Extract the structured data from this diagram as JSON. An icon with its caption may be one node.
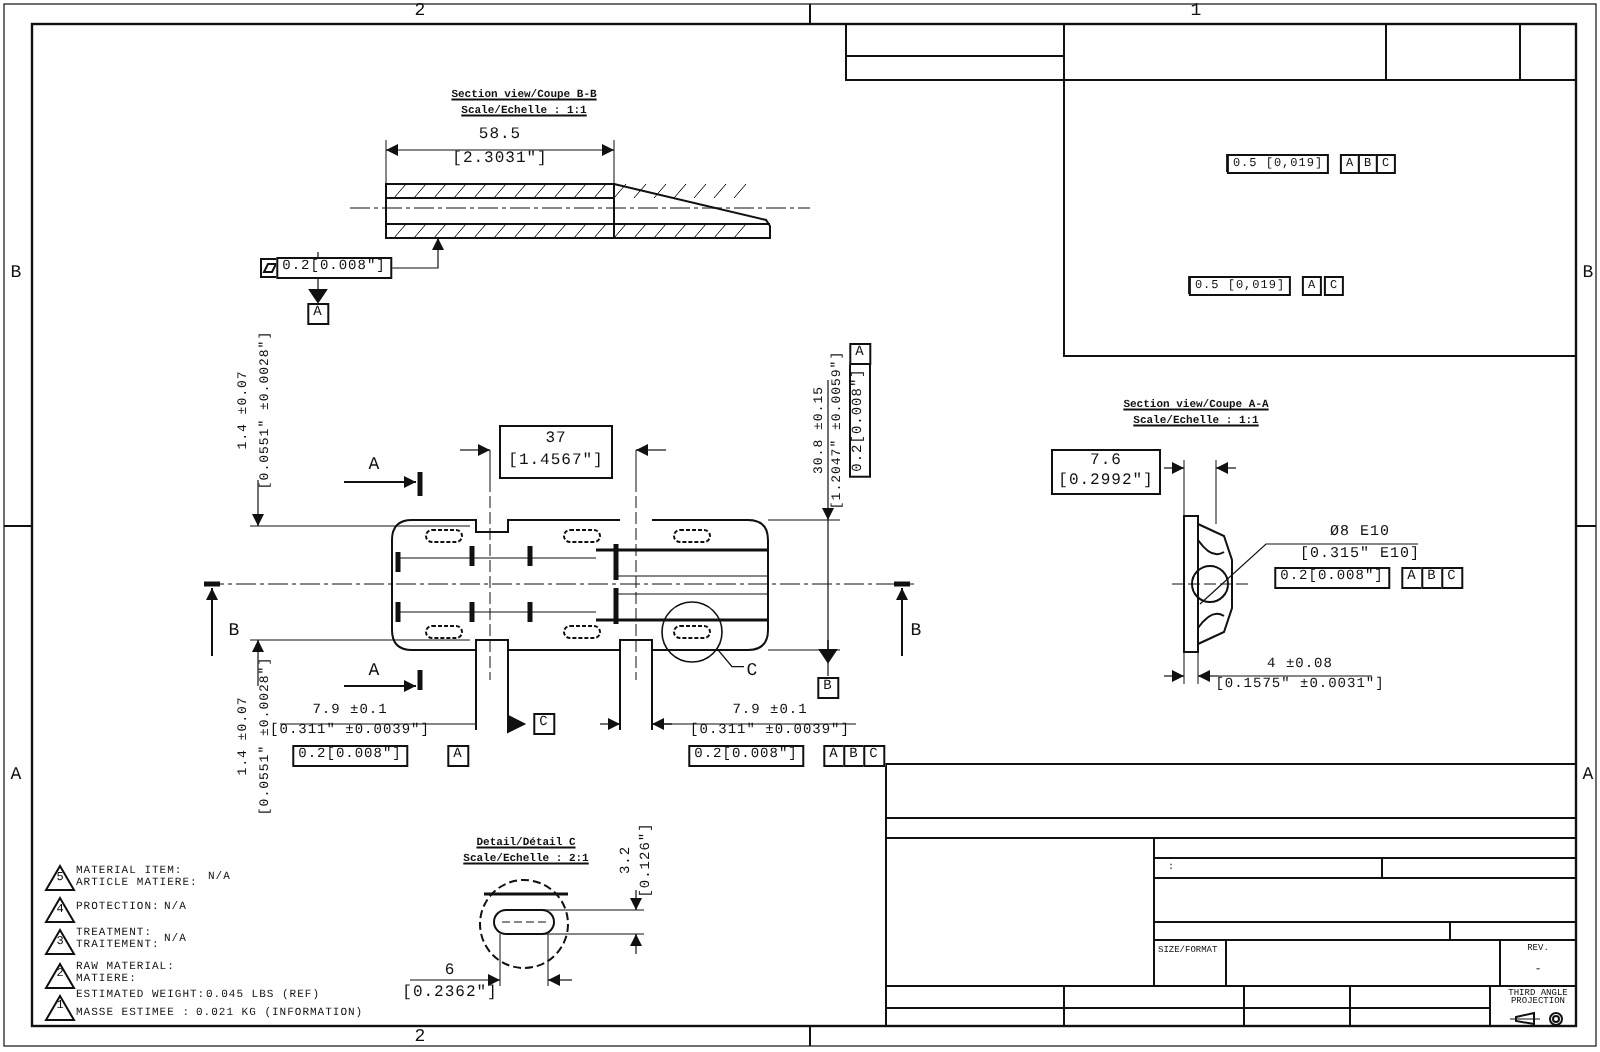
{
  "diagram": {
    "nodes": [
      {
        "text": [
          "C"
        ]
      },
      {
        "text": [],
        "shape": "circle"
      }
    ],
    "edges": [
      {
        "from": 0,
        "to": 1,
        "arrow": "none"
      }
    ],
    "labels": [
      "2",
      "1",
      "B",
      "B",
      "A",
      "A",
      "2",
      "Section view/Coupe B-B",
      "Scale/Echelle :  1:1",
      "58.5",
      "[2.3031\"]",
      "0.2[0.008\"]",
      "A",
      "0.5 [0,019]",
      "A",
      "B",
      "C",
      "0.5 [0,019]",
      "A",
      "C",
      "1.4 ±0.07",
      "[0.0551\" ±0.0028\"]",
      "37",
      "[1.4567\"]",
      "30.8 ±0.15",
      "[1.2047\" ±0.0059\"]",
      "0.2[0.008\"]",
      "A",
      "A",
      "A",
      "B",
      "B",
      "B",
      "7.9 ±0.1",
      "[0.311\" ±0.0039\"]",
      "0.2[0.008\"]",
      "A",
      "C",
      "7.9 ±0.1",
      "[0.311\" ±0.0039\"]",
      "0.2[0.008\"]",
      "A",
      "B",
      "C",
      "1.4 ±0.07",
      "[0.0551\" ±0.0028\"]",
      "Section view/Coupe A-A",
      "Scale/Echelle :  1:1",
      "7.6",
      "[0.2992\"]",
      "Ø8 E10",
      "[0.315\" E10]",
      "0.2[0.008\"]",
      "A",
      "B",
      "C",
      "4 ±0.08",
      "[0.1575\" ±0.0031\"]",
      "5",
      "MATERIAL ITEM: ARTICLE MATIERE:",
      "N/A",
      "4",
      "PROTECTION:",
      "N/A",
      "3",
      "TREATMENT: TRAITEMENT:",
      "N/A",
      "2",
      "RAW MATERIAL: MATIERE:",
      "1",
      "ESTIMATED WEIGHT:",
      "0.045  LBS (REF)",
      "MASSE ESTIMEE :",
      "0.021  KG (INFORMATION)",
      "Detail/Détail  C",
      "Scale/Echelle :  2:1",
      "3.2",
      "[0.126\"]",
      "6",
      "[0.2362\"]",
      ":",
      "SIZE/FORMAT",
      "REV.",
      "-",
      "THIRD ANGLE PROJECTION"
    ]
  }
}
